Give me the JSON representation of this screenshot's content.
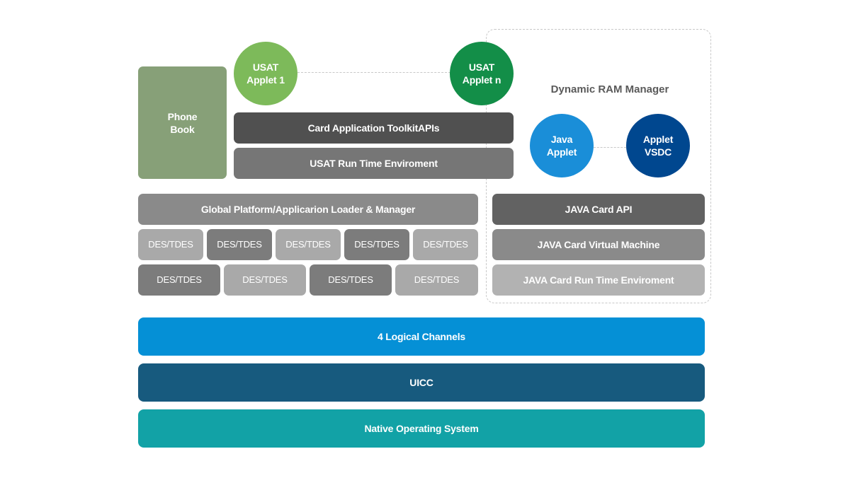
{
  "phone_book": {
    "line1": "Phone",
    "line2": "Book"
  },
  "usat_applet_1": {
    "line1": "USAT",
    "line2": "Applet 1"
  },
  "usat_applet_n": {
    "line1": "USAT",
    "line2": "Applet n"
  },
  "card_toolkit_label": "Card Application ToolkitAPIs",
  "usat_runtime_label": "USAT Run Time Enviroment",
  "ram_manager": {
    "title": "Dynamic RAM Manager",
    "java_applet": {
      "line1": "Java",
      "line2": "Applet"
    },
    "applet_vsdc": {
      "line1": "Applet",
      "line2": "VSDC"
    }
  },
  "global_platform_label": "Global Platform/Applicarion Loader & Manager",
  "des_row1": [
    "DES/TDES",
    "DES/TDES",
    "DES/TDES",
    "DES/TDES",
    "DES/TDES"
  ],
  "des_row2": [
    "DES/TDES",
    "DES/TDES",
    "DES/TDES",
    "DES/TDES"
  ],
  "java_card_api_label": "JAVA Card API",
  "java_card_vm_label": "JAVA Card Virtual Machine",
  "java_card_runtime_label": "JAVA Card Run Time Enviroment",
  "logical_channels_label": "4 Logical Channels",
  "uicc_label": "UICC",
  "native_os_label": "Native Operating System",
  "colors": {
    "phone_book": "#87a078",
    "applet_1": "#7dba5a",
    "applet_n": "#138e48",
    "java_applet": "#1a8ed8",
    "applet_vsdc": "#00478f",
    "logical_channels": "#0590d6",
    "uicc": "#175a7e",
    "native_os": "#12a2a6"
  }
}
